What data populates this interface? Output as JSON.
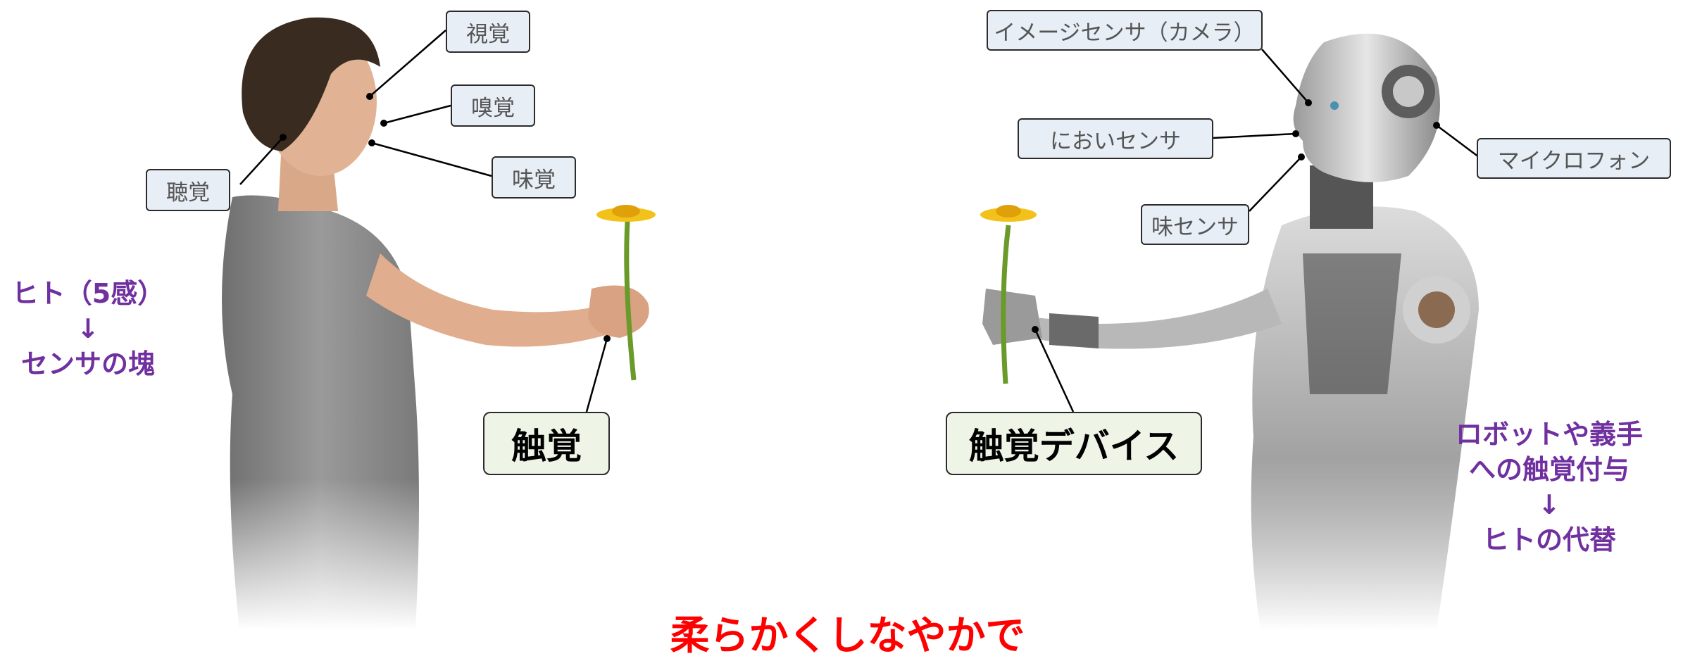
{
  "human": {
    "labels": {
      "sight": "視覚",
      "smell": "嗅覚",
      "taste": "味覚",
      "hearing": "聴覚"
    },
    "touch": "触覚",
    "caption": [
      "ヒト（5感）",
      "↓",
      "センサの塊"
    ]
  },
  "robot": {
    "labels": {
      "camera": "イメージセンサ（カメラ）",
      "smell": "においセンサ",
      "taste": "味センサ",
      "mic": "マイクロフォン"
    },
    "touch": "触覚デバイス",
    "caption": [
      "ロボットや義手",
      "への触覚付与",
      "↓",
      "ヒトの代替"
    ]
  },
  "bottom_text": "柔らかくしなやかで"
}
